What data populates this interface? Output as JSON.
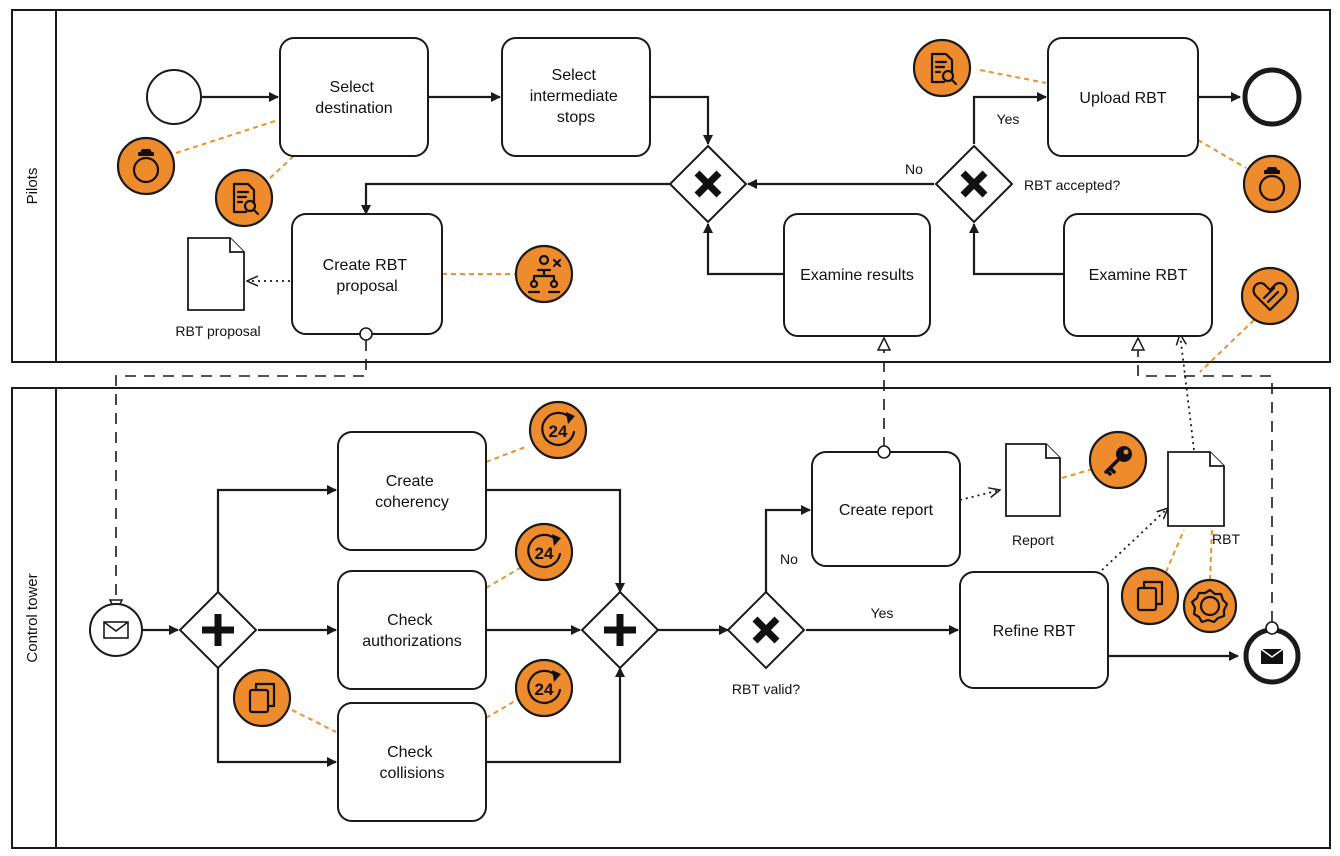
{
  "lanes": {
    "pilots": "Pilots",
    "control_tower": "Control tower"
  },
  "tasks": {
    "select_destination": [
      "Select",
      "destination"
    ],
    "select_intermediate_stops": [
      "Select",
      "intermediate",
      "stops"
    ],
    "upload_rbt": [
      "Upload RBT"
    ],
    "create_rbt_proposal": [
      "Create RBT",
      "proposal"
    ],
    "examine_results": [
      "Examine results"
    ],
    "examine_rbt": [
      "Examine RBT"
    ],
    "create_coherency": [
      "Create",
      "coherency"
    ],
    "check_authorizations": [
      "Check",
      "authorizations"
    ],
    "check_collisions": [
      "Check",
      "collisions"
    ],
    "create_report": [
      "Create report"
    ],
    "refine_rbt": [
      "Refine RBT"
    ]
  },
  "labels": {
    "yes_pilots": "Yes",
    "no_pilots": "No",
    "rbt_accepted": "RBT accepted?",
    "no_tower": "No",
    "yes_tower": "Yes",
    "rbt_valid": "RBT valid?"
  },
  "data_objects": {
    "rbt_proposal": "RBT proposal",
    "report": "Report",
    "rbt": "RBT"
  },
  "icons": {
    "accent_color": "#ee8b2d",
    "start_event": "circle",
    "end_event": "thick-circle",
    "message_start": "envelope-icon",
    "message_end": "filled-envelope-icon",
    "exclusive_gateway": "x-mark",
    "parallel_gateway": "plus-mark",
    "badges": [
      "ring-icon",
      "document-search-icon",
      "people-choice-icon",
      "handshake-heart-icon",
      "clock-24-icon",
      "copy-icon",
      "key-icon",
      "seal-icon"
    ]
  }
}
